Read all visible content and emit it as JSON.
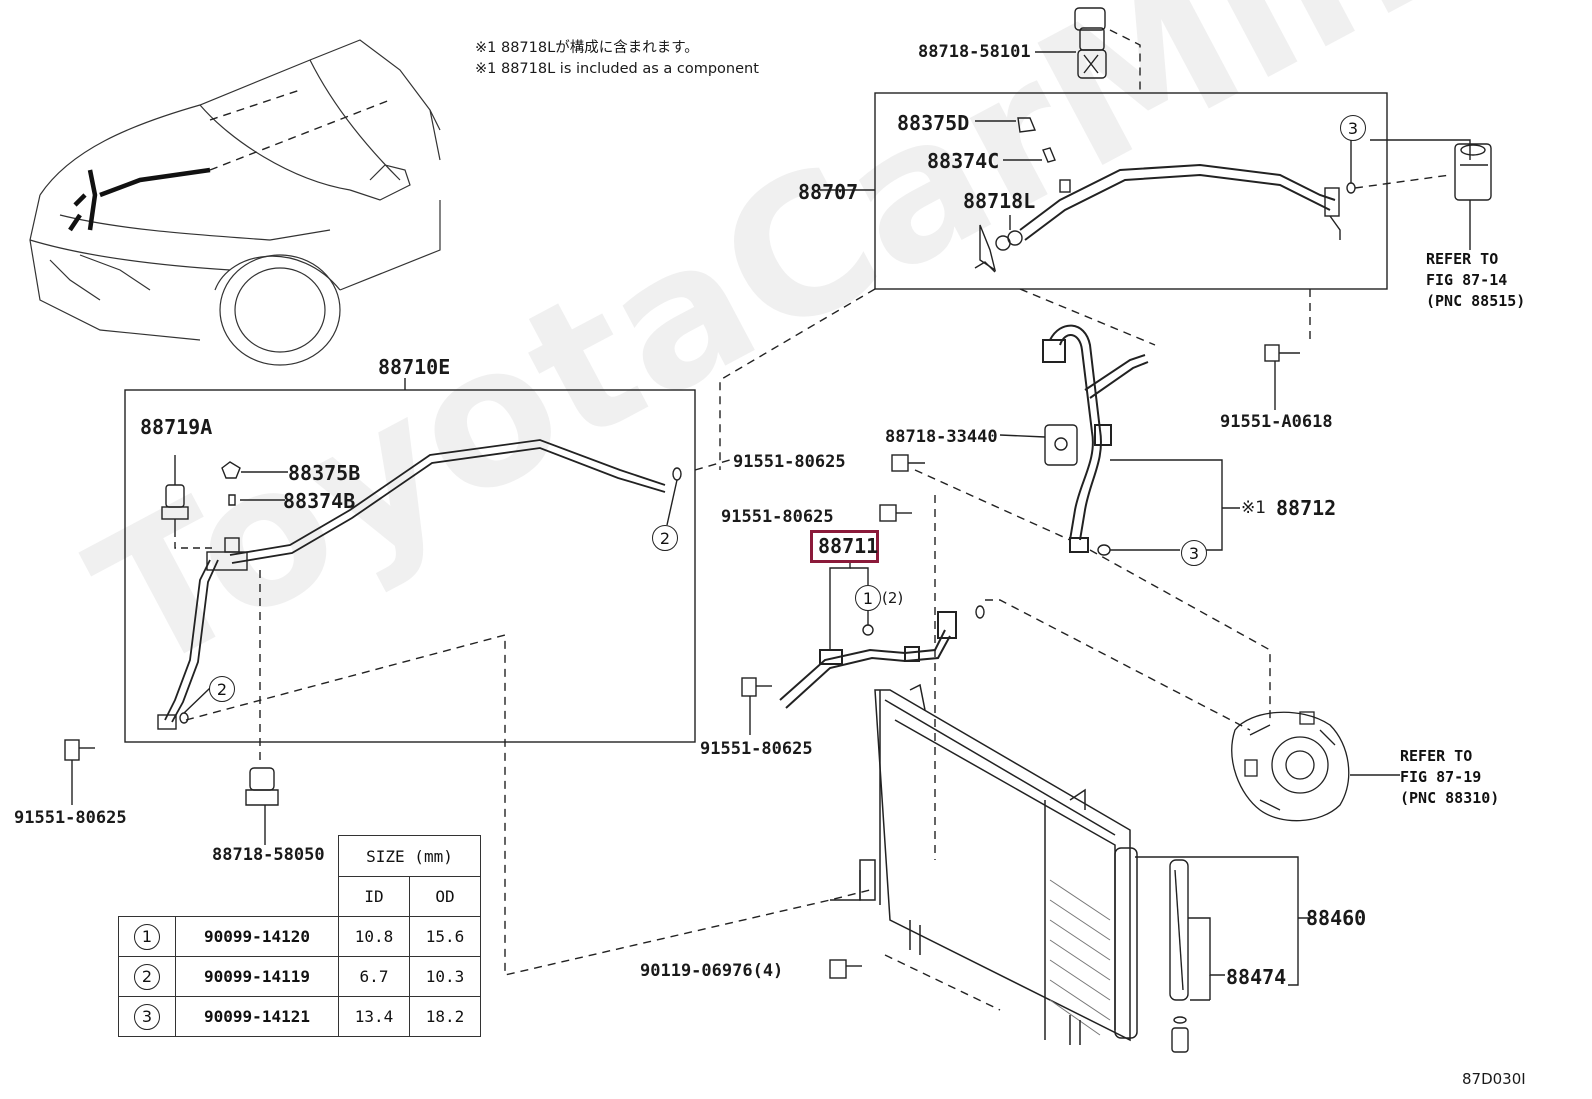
{
  "notes": {
    "line_jp": "※1 88718Lが構成に含まれます。",
    "line_en": "※1 88718L is included as a component"
  },
  "figure_code": "87D030I",
  "watermark": "ToyotaCarMine.ru",
  "highlighted_part": "88711",
  "parts": {
    "p88718_58101": "88718-58101",
    "p88707": "88707",
    "p88375D": "88375D",
    "p88374C": "88374C",
    "p88718L": "88718L",
    "p88710E": "88710E",
    "p88719A": "88719A",
    "p88375B": "88375B",
    "p88374B": "88374B",
    "p91551_80625_left": "91551-80625",
    "p88718_58050": "88718-58050",
    "p91551_A0618": "91551-A0618",
    "p88718_33440": "88718-33440",
    "p91551_80625_a": "91551-80625",
    "p91551_80625_b": "91551-80625",
    "p88711": "88711",
    "p88712_mark": "※1",
    "p88712": "88712",
    "p91551_80625_c": "91551-80625",
    "p88460": "88460",
    "p88474": "88474",
    "p90119_06976": "90119-06976(4)",
    "o_ring_qty": "(2)"
  },
  "callouts": {
    "c1": "1",
    "c2": "2",
    "c3": "3"
  },
  "references": {
    "top": {
      "line1": "REFER TO",
      "line2": "FIG 87-14",
      "line3": "(PNC 88515)"
    },
    "right": {
      "line1": "REFER TO",
      "line2": "FIG 87-19",
      "line3": "(PNC 88310)"
    }
  },
  "size_table": {
    "header": "SIZE (mm)",
    "col_id": "ID",
    "col_od": "OD",
    "rows": [
      {
        "no": "1",
        "part": "90099-14120",
        "id": "10.8",
        "od": "15.6"
      },
      {
        "no": "2",
        "part": "90099-14119",
        "id": "6.7",
        "od": "10.3"
      },
      {
        "no": "3",
        "part": "90099-14121",
        "id": "13.4",
        "od": "18.2"
      }
    ]
  }
}
